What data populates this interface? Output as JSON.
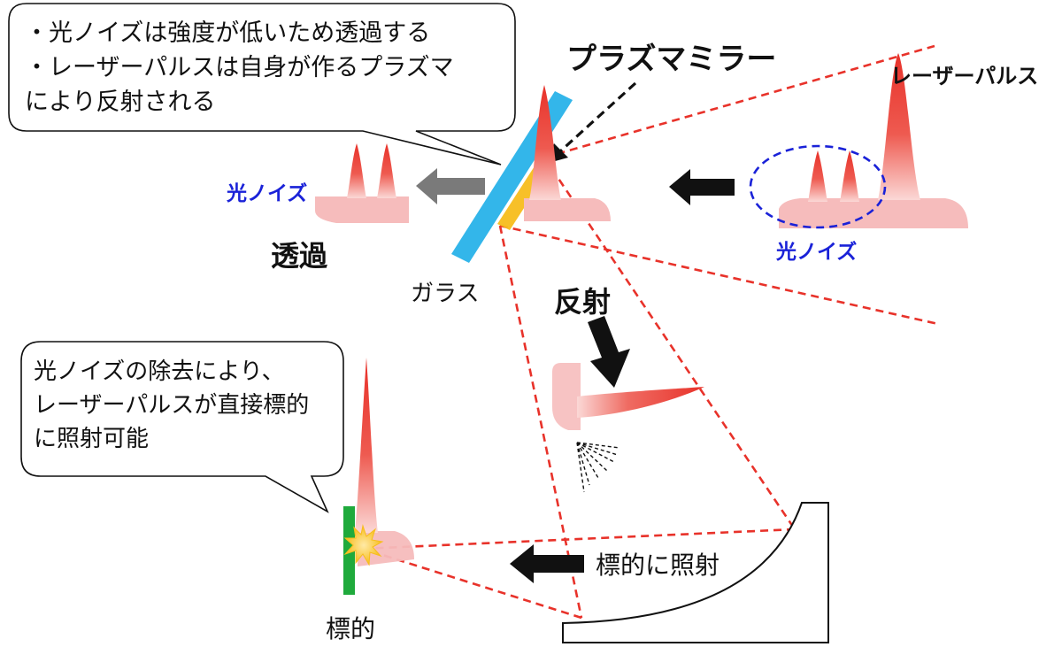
{
  "callout_top": {
    "line1": "・光ノイズは強度が低いため透過する",
    "line2": "・レーザーパルスは自身が作るプラズマ",
    "line3": "により反射される"
  },
  "callout_bottom": {
    "line1": "光ノイズの除去により、",
    "line2": "レーザーパルスが直接標的",
    "line3": "に照射可能"
  },
  "labels": {
    "plasma_mirror": "プラズマミラー",
    "laser_pulse": "レーザーパルス",
    "light_noise_left": "光ノイズ",
    "light_noise_right": "光ノイズ",
    "transmission": "透過",
    "glass": "ガラス",
    "reflection": "反射",
    "irradiate_target": "標的に照射",
    "target": "標的"
  },
  "colors": {
    "laser_red": "#e8322a",
    "pulse_pink": "#f6bcbc",
    "glass_blue": "#33b6ea",
    "plasma_yellow": "#f7bd1c",
    "noise_blue": "#1a22d8",
    "target_green": "#1faa3c",
    "arrow_gray": "#7a7a7a",
    "beam_dashed": "#e8322a"
  },
  "icons": {
    "arrows": "block-arrow",
    "impact": "spark-burst-icon",
    "noise_group": "dashed-ellipse"
  }
}
